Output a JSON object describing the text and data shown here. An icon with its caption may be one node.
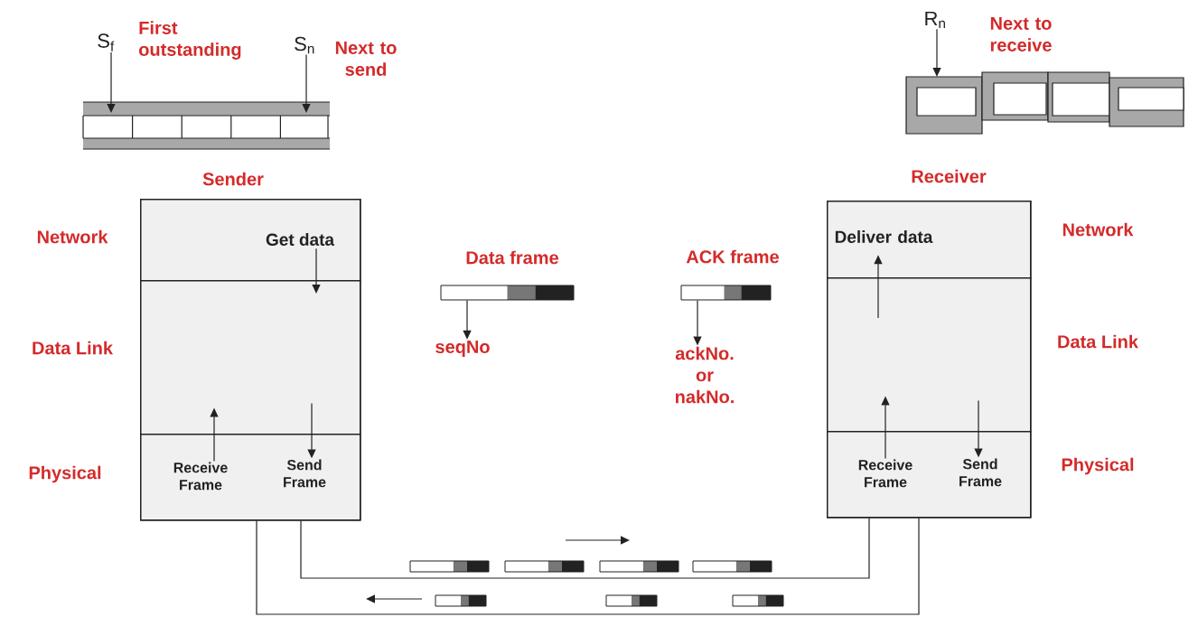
{
  "diagram": {
    "nodes": [
      {
        "text": [
          "Sender"
        ]
      },
      {
        "text": [],
        "shape": "box",
        "in": 0
      },
      {
        "text": [
          "Get data"
        ],
        "in": 1
      },
      {
        "text": [],
        "shape": "box",
        "in": 0
      },
      {
        "text": [],
        "shape": "box",
        "in": 0
      },
      {
        "text": [
          "Receive Frame"
        ],
        "in": 4
      },
      {
        "text": [
          "Send Frame"
        ],
        "in": 4
      },
      {
        "text": [
          "Receiver"
        ]
      },
      {
        "text": [],
        "shape": "box",
        "in": 7
      },
      {
        "text": [
          "Deliver data"
        ],
        "in": 8
      },
      {
        "text": [],
        "shape": "box",
        "in": 7
      },
      {
        "text": [],
        "shape": "box",
        "in": 7
      },
      {
        "text": [
          "Receive Frame"
        ],
        "in": 11
      },
      {
        "text": [
          "Send Frame"
        ],
        "in": 11
      },
      {
        "text": [
          "Data frame"
        ]
      },
      {
        "text": [
          "seqNo"
        ]
      },
      {
        "text": [
          "ACK frame"
        ]
      },
      {
        "text": [
          "ackNo. or nakNo."
        ]
      },
      {
        "text": [],
        "shape": "bar"
      },
      {
        "text": [
          "S$_{f}$"
        ]
      },
      {
        "text": [
          "S$_{n}$"
        ]
      },
      {
        "text": [],
        "shape": "bar"
      },
      {
        "text": [
          "R$_{n}$"
        ]
      }
    ],
    "edges": [
      {
        "from": 2,
        "to": 3,
        "arrow": "to"
      },
      {
        "from": 3,
        "to": 6,
        "arrow": "to"
      },
      {
        "from": 5,
        "to": 3,
        "arrow": "to"
      },
      {
        "from": 12,
        "to": 10,
        "arrow": "to"
      },
      {
        "from": 10,
        "to": 9,
        "arrow": "to"
      },
      {
        "from": 10,
        "to": 13,
        "arrow": "to"
      },
      {
        "from": 4,
        "to": 11,
        "arrow": "none"
      },
      {
        "from": 11,
        "to": 4,
        "arrow": "none"
      },
      {
        "from": 14,
        "to": 15,
        "arrow": "to"
      },
      {
        "from": 16,
        "to": 17,
        "arrow": "to"
      },
      {
        "from": 19,
        "to": 18,
        "arrow": "to"
      },
      {
        "from": 20,
        "to": 18,
        "arrow": "to"
      },
      {
        "from": 22,
        "to": 21,
        "arrow": "to"
      }
    ],
    "labels": [
      "First outstanding",
      "Next to send",
      "Next to receive",
      "Network",
      "Data Link",
      "Physical",
      "Network",
      "Data Link",
      "Physical"
    ]
  }
}
